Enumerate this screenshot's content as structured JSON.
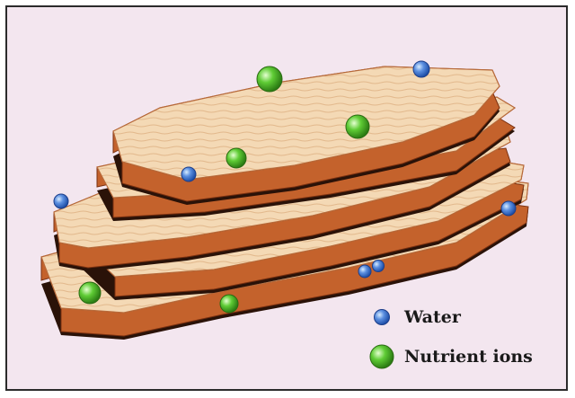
{
  "legend": {
    "water_label": "Water",
    "nutrient_label": "Nutrient ions"
  },
  "colors": {
    "background": "#f3e6ef",
    "clay_top": "#f4d9b5",
    "clay_edge": "#c4622c",
    "gap": "#2a1208",
    "water": "#4b7fd6",
    "nutrient": "#4fba2e"
  },
  "icons": {
    "water": "blue-sphere",
    "nutrient": "green-sphere"
  }
}
